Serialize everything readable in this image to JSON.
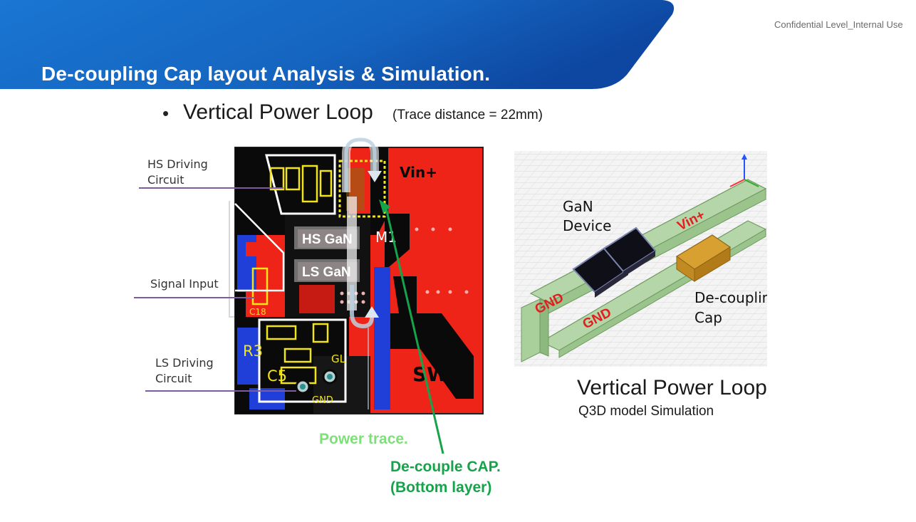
{
  "header": {
    "title": "De-coupling Cap layout Analysis & Simulation.",
    "confidential": "Confidential Level_Internal Use"
  },
  "bullet": {
    "main": "Vertical Power Loop",
    "sub": "(Trace distance = 22mm)"
  },
  "pcb": {
    "callouts": {
      "hs_line1": "HS Driving",
      "hs_line2": "Circuit",
      "signal": "Signal Input",
      "ls_line1": "LS Driving",
      "ls_line2": "Circuit"
    },
    "labels": {
      "vin": "Vin+",
      "sw": "SW",
      "hs_gan": "HS GaN",
      "ls_gan": "LS GaN",
      "m1": "M1",
      "r3": "R3",
      "c5": "C5",
      "gl": "GL",
      "gnd": "GND",
      "c18": "C18"
    }
  },
  "simulation": {
    "gan_line1": "GaN",
    "gan_line2": "Device",
    "vin": "Vin+",
    "gnd_a": "GND",
    "gnd_b": "GND",
    "decap_line1": "De-coupling",
    "decap_line2": "Cap",
    "title": "Vertical Power Loop",
    "subtitle": "Q3D model Simulation"
  },
  "annotations": {
    "power_trace": "Power trace.",
    "decap_line1": "De-couple CAP.",
    "decap_line2": "(Bottom layer)"
  },
  "colors": {
    "banner_blue": "#1565c0",
    "pcb_red": "#ee2418",
    "pcb_blue": "#1f3fd8",
    "silk_yellow": "#f2e41a",
    "annotation_green": "#16a34a",
    "trace_green": "#7ee07a"
  }
}
